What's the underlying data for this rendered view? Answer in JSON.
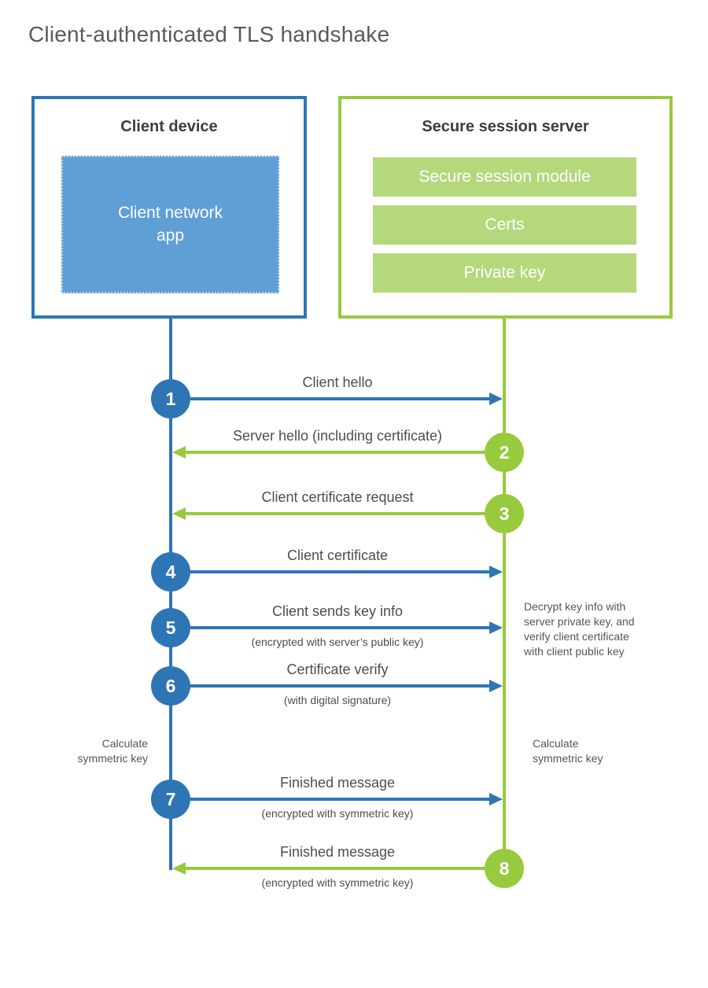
{
  "title": "Client-authenticated TLS handshake",
  "colors": {
    "client_blue": "#2e75b6",
    "client_blue_fill": "#5f9fd6",
    "server_green": "#98ca3e",
    "server_green_fill": "#b5d87c",
    "label_text": "#4d4d4d"
  },
  "client": {
    "title": "Client device",
    "app_label": "Client network\napp"
  },
  "server": {
    "title": "Secure session server",
    "modules": [
      "Secure session module",
      "Certs",
      "Private key"
    ]
  },
  "messages": [
    {
      "num": "1",
      "from": "client",
      "label": "Client hello",
      "sub": ""
    },
    {
      "num": "2",
      "from": "server",
      "label": "Server hello (including certificate)",
      "sub": ""
    },
    {
      "num": "3",
      "from": "server",
      "label": "Client certificate request",
      "sub": ""
    },
    {
      "num": "4",
      "from": "client",
      "label": "Client certificate",
      "sub": ""
    },
    {
      "num": "5",
      "from": "client",
      "label": "Client sends key info",
      "sub": "(encrypted with server’s public key)"
    },
    {
      "num": "6",
      "from": "client",
      "label": "Certificate verify",
      "sub": "(with digital signature)"
    },
    {
      "num": "7",
      "from": "client",
      "label": "Finished message",
      "sub": "(encrypted with symmetric key)"
    },
    {
      "num": "8",
      "from": "server",
      "label": "Finished message",
      "sub": "(encrypted with symmetric key)"
    }
  ],
  "notes": {
    "decrypt_note": "Decrypt key info with\nserver private key, and\nverify client certificate\nwith client public key",
    "calc_key_left": "Calculate\nsymmetric key",
    "calc_key_right": "Calculate\nsymmetric key"
  }
}
